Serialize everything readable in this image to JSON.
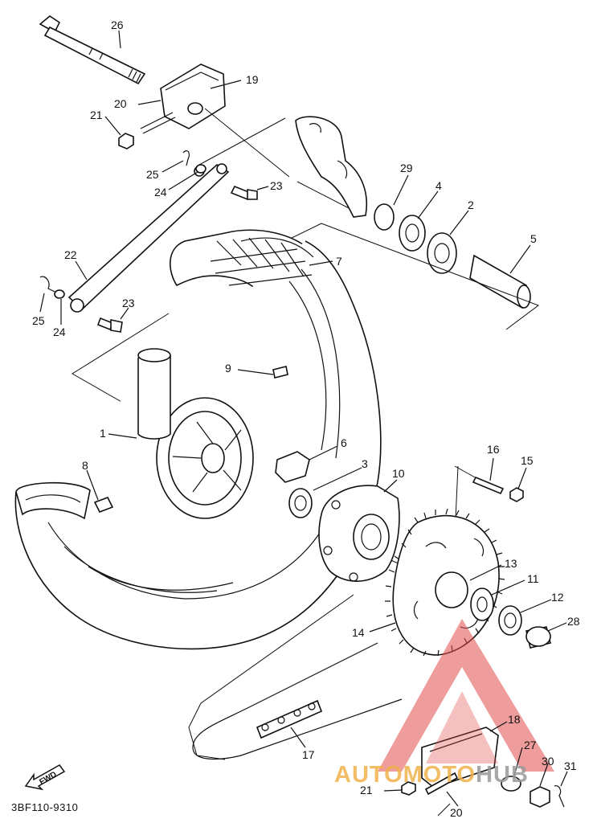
{
  "diagram": {
    "callouts": [
      "26",
      "19",
      "20",
      "21",
      "25",
      "24",
      "23",
      "29",
      "4",
      "2",
      "5",
      "22",
      "7",
      "25",
      "24",
      "23",
      "9",
      "1",
      "6",
      "3",
      "8",
      "10",
      "16",
      "15",
      "13",
      "11",
      "12",
      "28",
      "14",
      "18",
      "17",
      "27",
      "30",
      "31",
      "21",
      "20"
    ],
    "footer_code": "3BF110-9310",
    "fwd_label": "FWD"
  },
  "watermark": {
    "text_a": "AUTOMOTO",
    "text_b": "HUB",
    "color_triangle": "#e24b4b",
    "color_text_a": "#f0b24a",
    "color_text_b": "#9a9a9a"
  }
}
